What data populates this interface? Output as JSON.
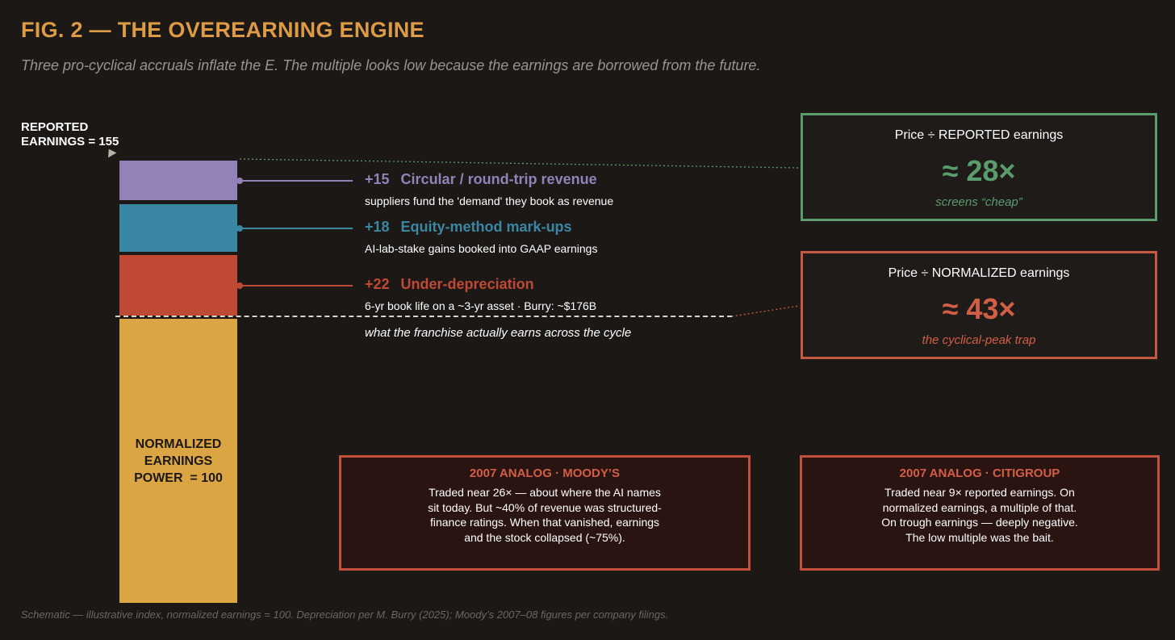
{
  "title": "FIG. 2  —  THE OVEREARNING ENGINE",
  "subtitle": "Three pro-cyclical accruals inflate the E. The multiple looks low because the earnings are borrowed from the future.",
  "stack": {
    "reported_label": "REPORTED\nEARNINGS = 155",
    "reported_total": 155,
    "normalized_label": "NORMALIZED\nEARNINGS\nPOWER  = 100",
    "normalized_value": 100,
    "normalized_caption": "what the franchise actually earns across the cycle",
    "components": [
      {
        "amount_label": "+15",
        "value": 15,
        "title": "Circular / round-trip revenue",
        "detail": "suppliers fund the 'demand' they book as revenue",
        "color": "#9282b8"
      },
      {
        "amount_label": "+18",
        "value": 18,
        "title": "Equity-method mark-ups",
        "detail": "AI-lab-stake gains booked into GAAP earnings",
        "color": "#3a87a3"
      },
      {
        "amount_label": "+22",
        "value": 22,
        "title": "Under-depreciation",
        "detail": "6-yr book life on a ~3-yr asset  ·  Burry: ~$176B",
        "color": "#bf4934"
      }
    ],
    "base_color": "#dca543"
  },
  "price_boxes": {
    "reported": {
      "line": "Price  ÷  REPORTED earnings",
      "multiple": "≈ 28×",
      "note": "screens “cheap”",
      "color": "#5a9c6c"
    },
    "normalized": {
      "line": "Price  ÷  NORMALIZED earnings",
      "multiple": "≈ 43×",
      "note": "the cyclical-peak trap",
      "color": "#d35e46"
    }
  },
  "analogs": {
    "moodys": {
      "heading": "2007 ANALOG  ·  MOODY’S",
      "body": "Traded near 26× — about where the AI names\nsit today. But ~40% of revenue was structured-\nfinance ratings. When that vanished, earnings\nand the stock collapsed (~75%)."
    },
    "citigroup": {
      "heading": "2007 ANALOG  ·  CITIGROUP",
      "body": "Traded near 9× reported earnings. On\nnormalized earnings, a multiple of that.\nOn trough earnings — deeply negative.\nThe low multiple was the bait."
    }
  },
  "footnote": "Schematic — illustrative index, normalized earnings = 100. Depreciation per M. Burry (2025); Moody’s 2007–08 figures per company filings."
}
